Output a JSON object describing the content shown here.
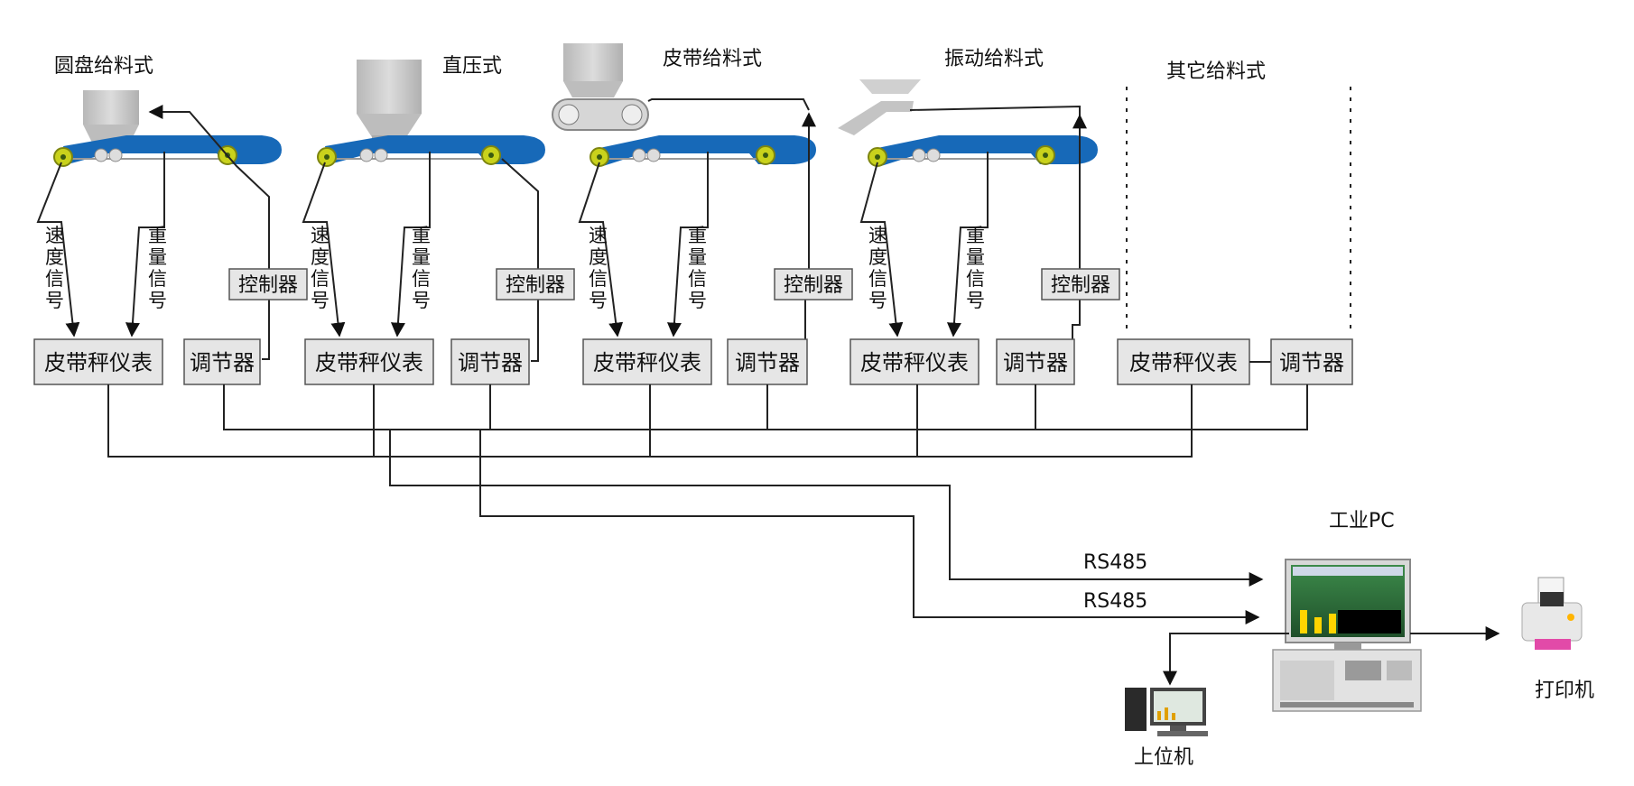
{
  "feeders": [
    {
      "title": "圆盘给料式",
      "speed_label": [
        "速",
        "度",
        "信",
        "号"
      ],
      "weight_label": [
        "重",
        "量",
        "信",
        "号"
      ],
      "controller": "控制器",
      "meter": "皮带秤仪表",
      "regulator": "调节器"
    },
    {
      "title": "直压式",
      "speed_label": [
        "速",
        "度",
        "信",
        "号"
      ],
      "weight_label": [
        "重",
        "量",
        "信",
        "号"
      ],
      "controller": "控制器",
      "meter": "皮带秤仪表",
      "regulator": "调节器"
    },
    {
      "title": "皮带给料式",
      "speed_label": [
        "速",
        "度",
        "信",
        "号"
      ],
      "weight_label": [
        "重",
        "量",
        "信",
        "号"
      ],
      "controller": "控制器",
      "meter": "皮带秤仪表",
      "regulator": "调节器"
    },
    {
      "title": "振动给料式",
      "speed_label": [
        "速",
        "度",
        "信",
        "号"
      ],
      "weight_label": [
        "重",
        "量",
        "信",
        "号"
      ],
      "controller": "控制器",
      "meter": "皮带秤仪表",
      "regulator": "调节器"
    },
    {
      "title": "其它给料式",
      "meter": "皮带秤仪表",
      "regulator": "调节器"
    }
  ],
  "bus": {
    "rs485_top": "RS485",
    "rs485_bottom": "RS485"
  },
  "devices": {
    "industrial_pc": "工业PC",
    "printer": "打印机",
    "host": "上位机"
  },
  "colors": {
    "belt": "#1769b8",
    "roller": "#c9d21c",
    "box": "#e6e6e6"
  }
}
